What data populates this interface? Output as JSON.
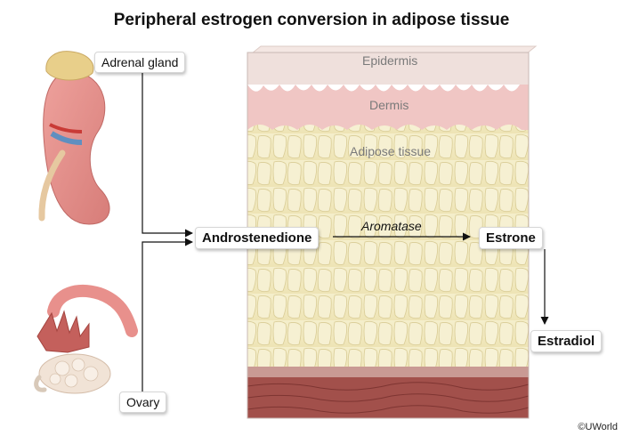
{
  "title": "Peripheral estrogen conversion in adipose tissue",
  "sources": {
    "adrenal_gland": "Adrenal gland",
    "ovary": "Ovary"
  },
  "layers": {
    "epidermis": "Epidermis",
    "dermis": "Dermis",
    "adipose": "Adipose tissue"
  },
  "pathway": {
    "substrate": "Androstenedione",
    "enzyme": "Aromatase",
    "product": "Estrone",
    "final_product": "Estradiol"
  },
  "credit": "©UWorld",
  "colors": {
    "epidermis": "#efe0dc",
    "dermis": "#f0c6c4",
    "adipose": "#f3ecc4",
    "fascia": "#c99a94",
    "muscle": "#a2504b",
    "kidney": "#e3918c",
    "adrenal": "#e8cf8a",
    "arrow": "#111111"
  }
}
